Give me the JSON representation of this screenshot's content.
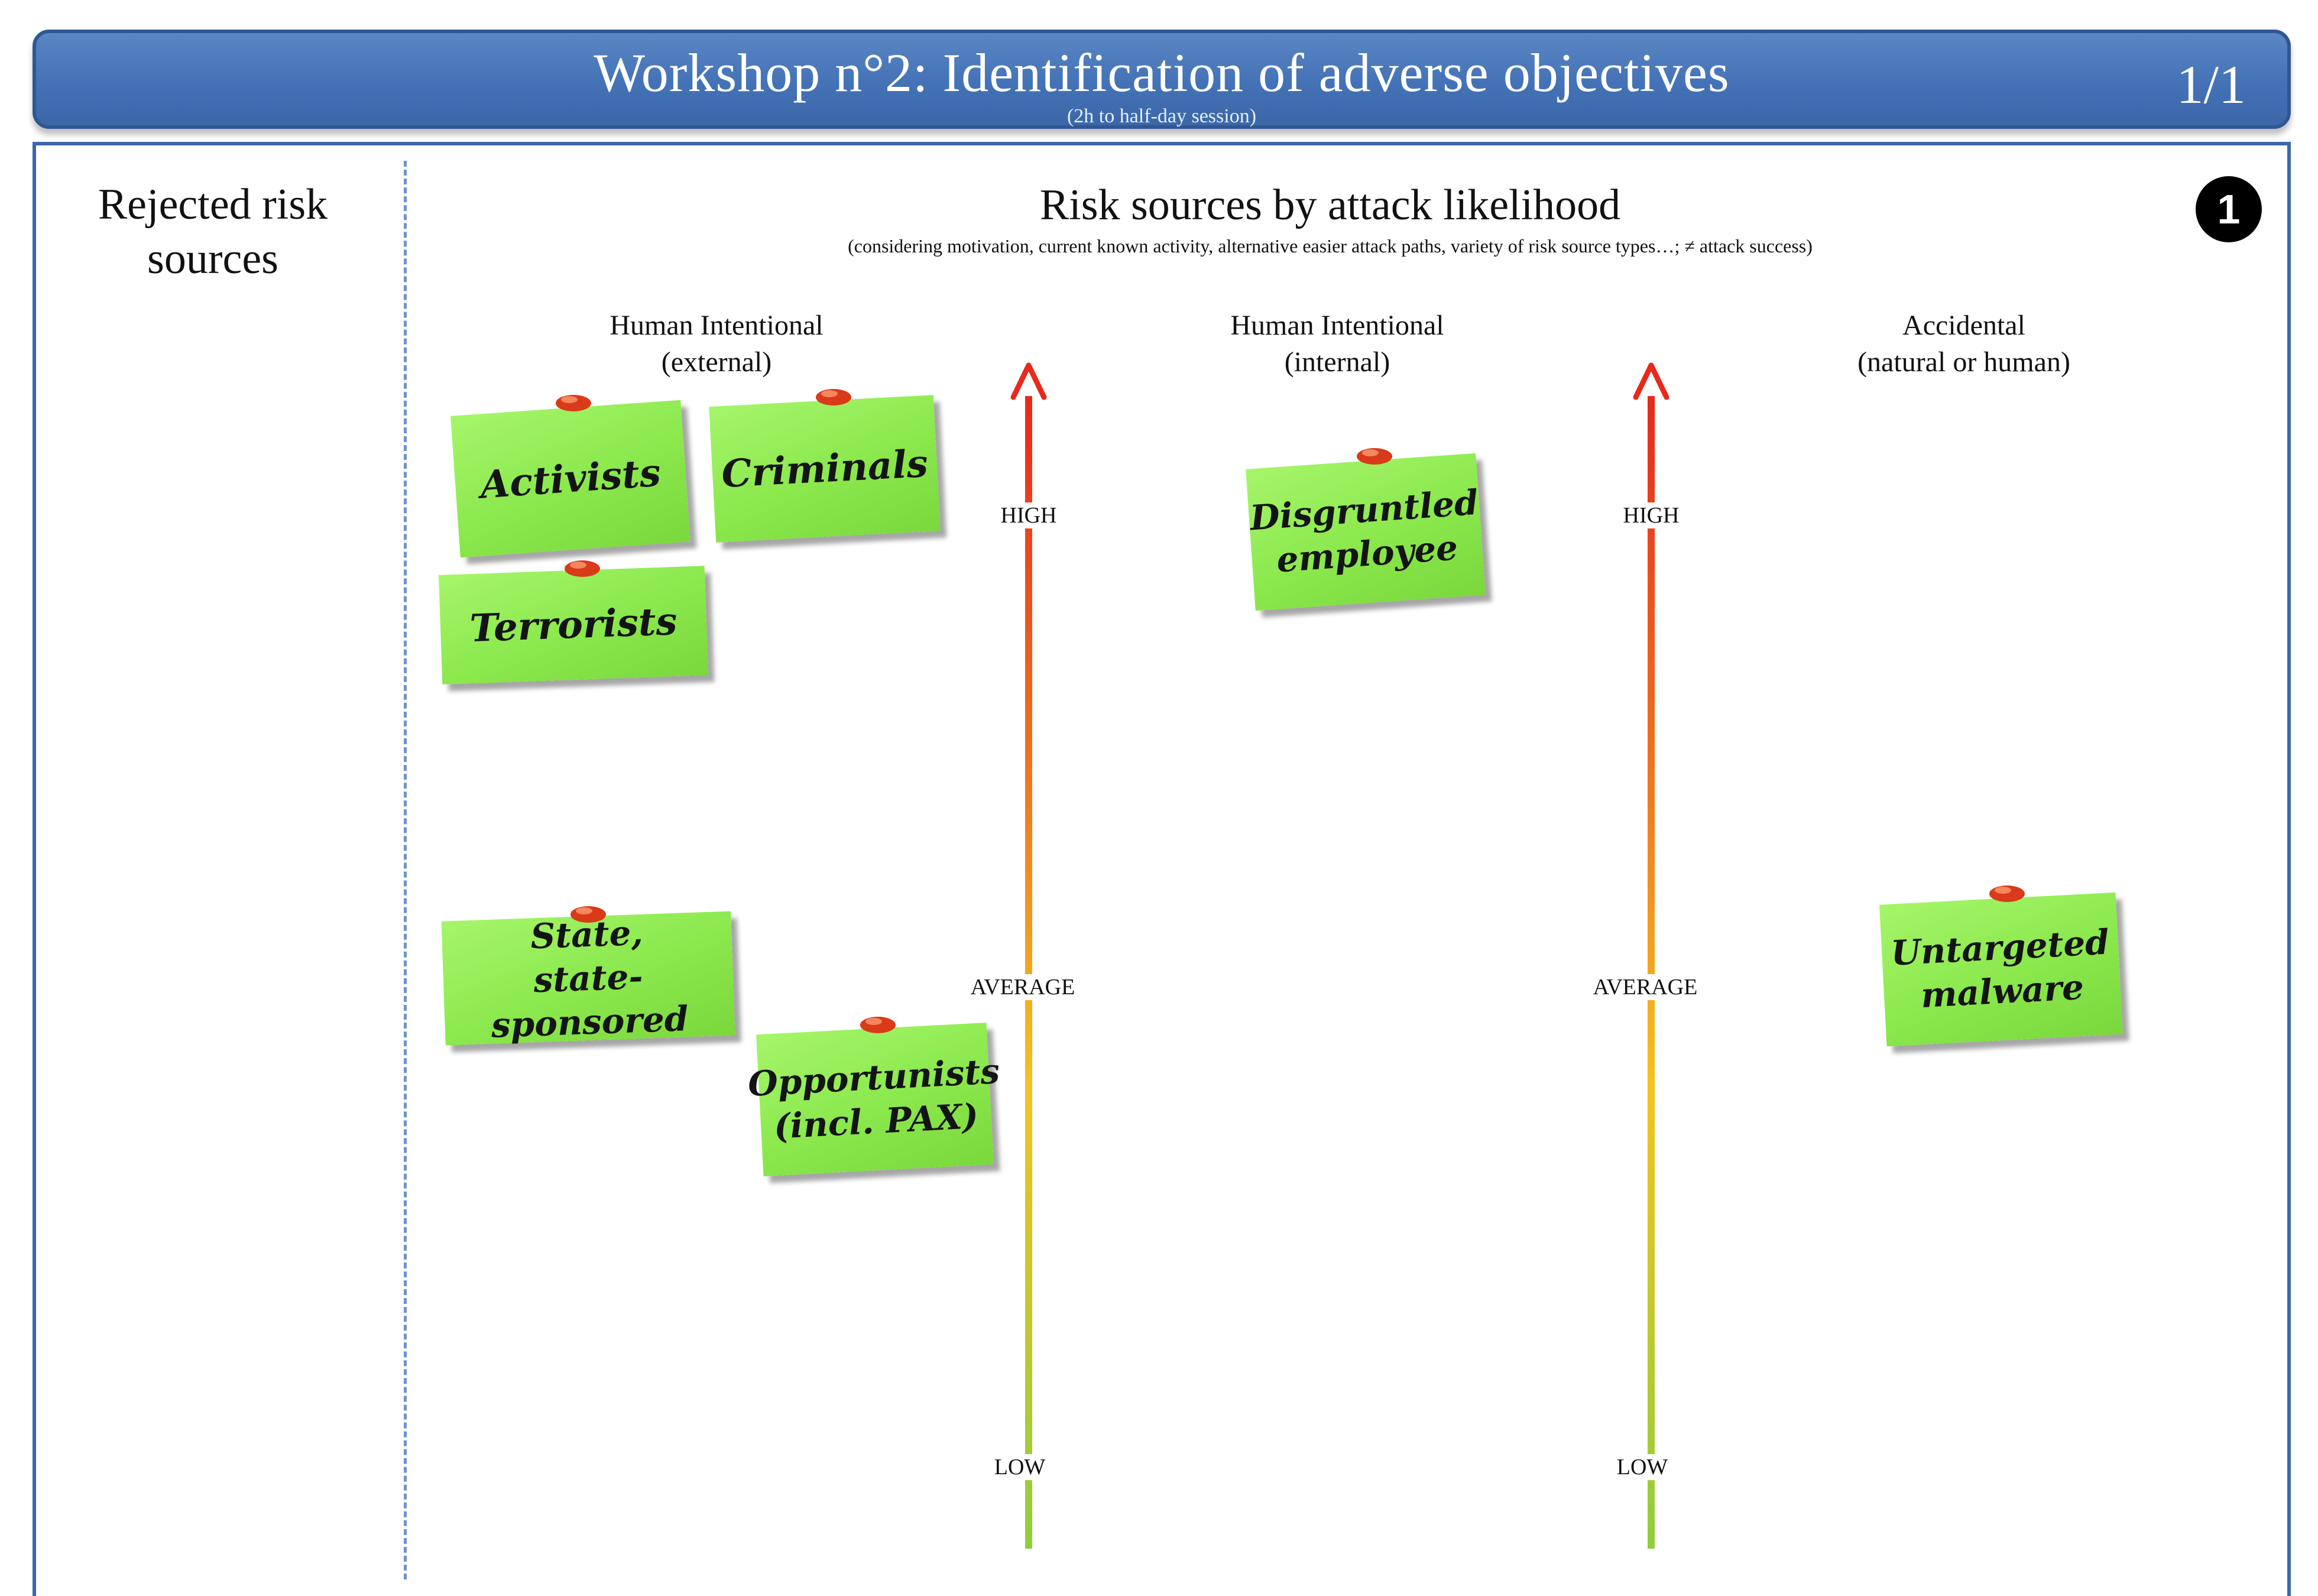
{
  "header": {
    "title": "Workshop n°2: Identification of adverse objectives",
    "subtitle": "(2h to half-day session)",
    "page": "1/1"
  },
  "sidebar": {
    "title": "Rejected risk sources"
  },
  "main": {
    "title": "Risk sources by attack likelihood",
    "subtitle": "(considering motivation, current known activity, alternative easier attack paths, variety of risk source types…; ≠ attack success)",
    "step_badge": "1"
  },
  "columns": [
    {
      "title": "Human Intentional",
      "detail": "(external)"
    },
    {
      "title": "Human Intentional",
      "detail": "(internal)"
    },
    {
      "title": "Accidental",
      "detail": "(natural or human)"
    }
  ],
  "scale": {
    "high": "HIGH",
    "average": "AVERAGE",
    "low": "LOW",
    "colors": [
      "#e8291c",
      "#f07b1f",
      "#f6c21e",
      "#8fcf3a"
    ]
  },
  "notes": {
    "activists": "Activists",
    "criminals": "Criminals",
    "terrorists": "Terrorists",
    "state": "State,\nstate-sponsored",
    "opportunists": "Opportunists\n(incl. PAX)",
    "disgruntled": "Disgruntled\nemployee",
    "malware": "Untargeted\nmalware"
  }
}
